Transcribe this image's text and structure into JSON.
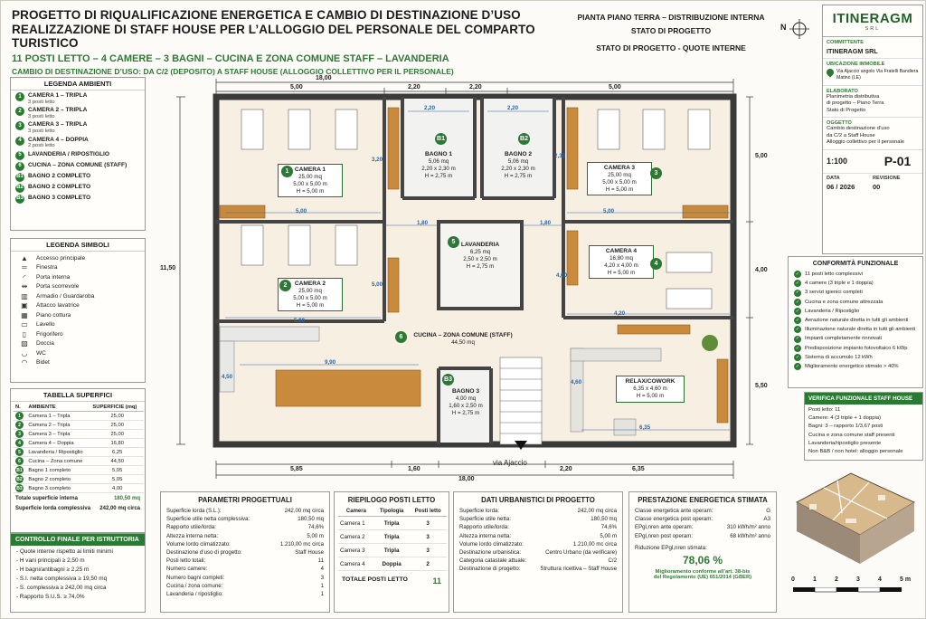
{
  "header": {
    "line1": "PROGETTO DI RIQUALIFICAZIONE ENERGETICA E CAMBIO DI DESTINAZIONE D’USO",
    "line2": "REALIZZAZIONE DI STAFF HOUSE PER L’ALLOGGIO DEL PERSONALE DEL COMPARTO TURISTICO",
    "line3": "11 POSTI LETTO – 4 CAMERE – 3 BAGNI – CUCINA E ZONA COMUNE STAFF – LAVANDERIA",
    "line4": "CAMBIO DI DESTINAZIONE D’USO: DA C/2 (DEPOSITO) A STAFF HOUSE (ALLOGGIO COLLETTIVO PER IL PERSONALE)"
  },
  "plan_title": {
    "l1": "PIANTA PIANO TERRA – DISTRIBUZIONE INTERNA",
    "l2": "STATO DI PROGETTO",
    "l3": "STATO DI PROGETTO - QUOTE INTERNE",
    "north": "N"
  },
  "legend_rooms": {
    "title": "LEGENDA AMBIENTI",
    "items": [
      {
        "badge": "1",
        "name": "CAMERA 1 – TRIPLA",
        "sub": "3 posti letto"
      },
      {
        "badge": "2",
        "name": "CAMERA 2 – TRIPLA",
        "sub": "3 posti letto"
      },
      {
        "badge": "3",
        "name": "CAMERA 3 – TRIPLA",
        "sub": "3 posti letto"
      },
      {
        "badge": "4",
        "name": "CAMERA 4 – DOPPIA",
        "sub": "2 posti letto"
      },
      {
        "badge": "5",
        "name": "LAVANDERIA / RIPOSTIGLIO",
        "sub": ""
      },
      {
        "badge": "6",
        "name": "CUCINA – ZONA COMUNE (STAFF)",
        "sub": ""
      },
      {
        "badge": "B1",
        "name": "BAGNO 2 COMPLETO",
        "sub": ""
      },
      {
        "badge": "B2",
        "name": "BAGNO 2 COMPLETO",
        "sub": ""
      },
      {
        "badge": "B3",
        "name": "BAGNO 3 COMPLETO",
        "sub": ""
      }
    ]
  },
  "legend_symbols": {
    "title": "LEGENDA SIMBOLI",
    "items": [
      {
        "icon": "arrow-up-icon",
        "glyph": "▲",
        "label": "Accesso principale"
      },
      {
        "icon": "window-icon",
        "glyph": "═",
        "label": "Finestra"
      },
      {
        "icon": "door-icon",
        "glyph": "◜",
        "label": "Porta interna"
      },
      {
        "icon": "sliding-door-icon",
        "glyph": "⇹",
        "label": "Porta scorrevole"
      },
      {
        "icon": "wardrobe-icon",
        "glyph": "▥",
        "label": "Armadio / Guardaroba"
      },
      {
        "icon": "washer-icon",
        "glyph": "▣",
        "label": "Attacco lavatrice"
      },
      {
        "icon": "cooktop-icon",
        "glyph": "▦",
        "label": "Piano cottura"
      },
      {
        "icon": "sink-icon",
        "glyph": "▭",
        "label": "Lavello"
      },
      {
        "icon": "fridge-icon",
        "glyph": "▯",
        "label": "Frigorifero"
      },
      {
        "icon": "shower-icon",
        "glyph": "▨",
        "label": "Doccia"
      },
      {
        "icon": "wc-icon",
        "glyph": "◡",
        "label": "WC"
      },
      {
        "icon": "bidet-icon",
        "glyph": "◠",
        "label": "Bidet"
      }
    ]
  },
  "surfaces": {
    "title": "TABELLA SUPERFICI",
    "headers": [
      "N.",
      "AMBIENTE",
      "SUPERFICIE (mq)"
    ],
    "rows": [
      [
        "1",
        "Camera 1 – Tripla",
        "25,00"
      ],
      [
        "2",
        "Camera 2 – Tripla",
        "25,00"
      ],
      [
        "3",
        "Camera 3 – Tripla",
        "25,00"
      ],
      [
        "4",
        "Camera 4 – Doppia",
        "16,80"
      ],
      [
        "5",
        "Lavanderia / Ripostiglio",
        "6,25"
      ],
      [
        "6",
        "Cucina – Zona comune",
        "44,50"
      ],
      [
        "B1",
        "Bagno 1 completo",
        "5,05"
      ],
      [
        "B2",
        "Bagno 2 completo",
        "5,05"
      ],
      [
        "B3",
        "Bagno 3 completo",
        "4,00"
      ]
    ],
    "total_int_label": "Totale superficie interna",
    "total_int_value": "180,50 mq",
    "total_lorda_label": "Superficie lorda complessiva",
    "total_lorda_value": "242,00 mq circa"
  },
  "controls": {
    "title": "CONTROLLO FINALE PER ISTRUTTORIA",
    "items": [
      "- Quote interne rispetto ai limiti minimi",
      "- H vani principali ≥ 2,50 m",
      "- H bagni/antibagni ≥ 2,25 m",
      "- S.I. netta complessiva ≥ 19,50 mq",
      "- S. complessiva ≥ 242,00 mq circa",
      "- Rapporto S.U.S. ≥ 74,0%"
    ]
  },
  "plan": {
    "dims_top": [
      "5,00",
      "2,20",
      "2,20",
      "5,00"
    ],
    "dim_total": "18,00",
    "dims_bottom": [
      "5,85",
      "1,60",
      "2,20",
      "6,35"
    ],
    "dim_left": "11,50",
    "dims_right": [
      "5,00",
      "4,00",
      "5,50"
    ],
    "rooms": {
      "c1": {
        "badge": "1",
        "name": "CAMERA 1",
        "area": "25,00 mq",
        "dim": "5,00 x 5,00 m",
        "h": "H = 5,00 m"
      },
      "c2": {
        "badge": "2",
        "name": "CAMERA 2",
        "area": "25,00 mq",
        "dim": "5,00 x 5,00 m",
        "h": "H = 5,00 m"
      },
      "c3": {
        "badge": "3",
        "name": "CAMERA 3",
        "area": "25,00 mq",
        "dim": "5,00 x 5,00 m",
        "h": "H = 5,00 m"
      },
      "c4": {
        "badge": "4",
        "name": "CAMERA 4",
        "area": "16,80 mq",
        "dim": "4,20 x 4,00 m",
        "h": "H = 5,00 m"
      },
      "b1": {
        "badge": "B1",
        "name": "BAGNO 1",
        "area": "5,06 mq",
        "dim": "2,20 x 2,30 m",
        "h": "H = 2,75 m"
      },
      "b2": {
        "badge": "B2",
        "name": "BAGNO 2",
        "area": "5,06 mq",
        "dim": "2,20 x 2,30 m",
        "h": "H = 2,75 m"
      },
      "b3": {
        "badge": "B3",
        "name": "BAGNO 3",
        "area": "4,00 mq",
        "dim": "1,60 x 2,50 m",
        "h": "H = 2,75 m"
      },
      "lav": {
        "badge": "5",
        "name": "LAVANDERIA",
        "area": "6,25 mq",
        "dim": "2,50 x 2,50 m",
        "h": "H = 2,75 m"
      },
      "cucina": {
        "badge": "6",
        "name": "CUCINA – ZONA COMUNE (STAFF)",
        "area": "44,50 mq"
      },
      "relax": {
        "name": "RELAX/COWORK",
        "area": "6,35 x 4,60 m",
        "h": "H = 5,00 m"
      }
    },
    "inner": {
      "d220a": "2,20",
      "d220b": "2,20",
      "d320": "3,20",
      "d230": "2,30",
      "d500a": "5,00",
      "d500b": "5,00",
      "d180a": "1,80",
      "d180b": "1,80",
      "d500c": "5,00",
      "d500d": "5,00",
      "d400": "4,00",
      "d420": "4,20",
      "d990": "9,90",
      "d450": "4,50",
      "d460": "4,60",
      "d635": "6,35"
    },
    "entrance": "via Ajaccio"
  },
  "params": {
    "title": "PARAMETRI PROGETTUALI",
    "rows": [
      [
        "Superficie lorda (S.L.):",
        "242,00 mq circa"
      ],
      [
        "Superficie utile netta complessiva:",
        "180,50 mq"
      ],
      [
        "Rapporto utile/lorda:",
        "74,6%"
      ],
      [
        "Altezza interna netta:",
        "5,00 m"
      ],
      [
        "Volume lordo climatizzato:",
        "1.210,00 mc circa"
      ],
      [
        "Destinazione d’uso di progetto:",
        "Staff House"
      ],
      [
        "Posti letto totali:",
        "11"
      ],
      [
        "Numero camere:",
        "4"
      ],
      [
        "Numero bagni completi:",
        "3"
      ],
      [
        "Cucina / zona comune:",
        "1"
      ],
      [
        "Lavanderia / ripostiglio:",
        "1"
      ]
    ]
  },
  "beds": {
    "title": "RIEPILOGO POSTI LETTO",
    "headers": [
      "Camera",
      "Tipologia",
      "Posti letto"
    ],
    "rows": [
      [
        "Camera 1",
        "Tripla",
        "3"
      ],
      [
        "Camera 2",
        "Tripla",
        "3"
      ],
      [
        "Camera 3",
        "Tripla",
        "3"
      ],
      [
        "Camera 4",
        "Doppia",
        "2"
      ]
    ],
    "total_label": "TOTALE POSTI LETTO",
    "total_value": "11"
  },
  "urban": {
    "title": "DATI URBANISTICI DI PROGETTO",
    "rows": [
      [
        "Superficie lorda:",
        "242,00 mq circa"
      ],
      [
        "Superficie utile netta:",
        "180,50 mq"
      ],
      [
        "Rapporto utile/lorda:",
        "74,6%"
      ],
      [
        "Altezza interna netta:",
        "5,00 m"
      ],
      [
        "Volume lordo climatizzato:",
        "1.210,00 mc circa"
      ],
      [
        "Destinazione urbanistica:",
        "Centro Urbano (da verificare)"
      ],
      [
        "Categoria catastale attuale:",
        "C/2"
      ],
      [
        "Destinazione di progetto:",
        "Struttura ricettiva – Staff House"
      ]
    ]
  },
  "energy": {
    "title": "PRESTAZIONE ENERGETICA STIMATA",
    "rows": [
      [
        "Classe energetica ante operam:",
        "G"
      ],
      [
        "Classe energetica post operam:",
        "A3"
      ],
      [
        "EPgl,nren ante operam:",
        "310 kWh/m² anno"
      ],
      [
        "EPgl,nren post operam:",
        "68 kWh/m² anno"
      ]
    ],
    "reduction_label": "Riduzione EPgl,nren stimata:",
    "reduction_value": "78,06 %",
    "note1": "Miglioramento conforme all’art. 38-bis",
    "note2": "del Regolamento (UE) 651/2014 (GBER)"
  },
  "scale": {
    "ticks": [
      "0",
      "1",
      "2",
      "3",
      "4",
      "5 m"
    ]
  },
  "title_block": {
    "logo": "ITINERAGM",
    "logo_sub": "SRL",
    "committente_label": "COMMITTENTE",
    "committente": "ITINERAGM SRL",
    "ubicazione_label": "UBICAZIONE IMMOBILE",
    "ubicazione_1": "Via Ajaccio angolo Via Fratelli Bandiera",
    "ubicazione_2": "Matino (LE)",
    "elaborato_label": "ELABORATO",
    "elaborato": [
      "Planimetria distributiva",
      "di progetto – Piano Terra",
      "Stato di Progetto"
    ],
    "oggetto_label": "OGGETTO",
    "oggetto": [
      "Cambio destinazione d’uso",
      "da C/2 a Staff House",
      "Alloggio collettivo per il personale"
    ],
    "scale": "1:100",
    "code": "P-01",
    "data_label": "DATA",
    "data": "06 / 2026",
    "rev_label": "REVISIONE",
    "rev": "00"
  },
  "conformity": {
    "title": "CONFORMITÀ FUNZIONALE",
    "items": [
      "11 posti letto complessivi",
      "4 camere (3 triple e 1 doppia)",
      "3 servizi igienici completi",
      "Cucina e zona comune attrezzata",
      "Lavanderia / Ripostiglio",
      "Aerazione naturale diretta in tutti gli ambienti",
      "Illuminazione naturale diretta in tutti gli ambienti",
      "Impianti completamente rinnovati",
      "Predisposizione impianto fotovoltaico 6 kWp",
      "Sistema di accumulo 12 kWh",
      "Miglioramento energetico stimato > 40%"
    ]
  },
  "verifica": {
    "title": "VERIFICA FUNZIONALE STAFF HOUSE",
    "lines": [
      "Posti letto: 11",
      "Camere: 4 (3 triple + 1 doppia)",
      "Bagni: 3 – rapporto 1/3,67 posti",
      "Cucina e zona comune staff presenti",
      "Lavanderia/ripostiglio presente",
      "Non B&B / non hotel: alloggio personale"
    ]
  }
}
